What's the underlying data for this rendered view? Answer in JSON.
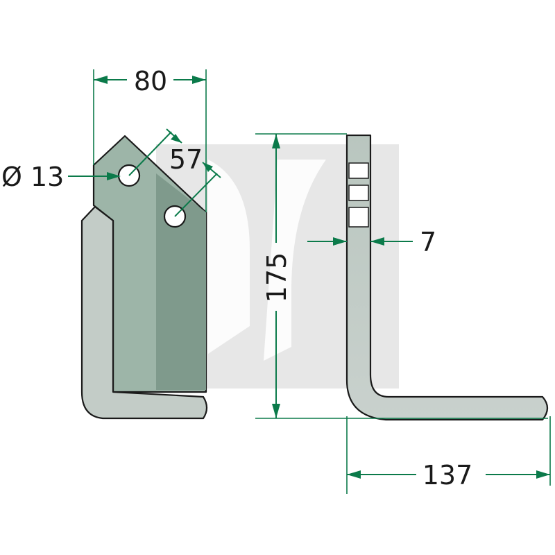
{
  "dimensions": {
    "width": "80",
    "hole_spacing": "57",
    "hole_diameter": "Ø 13",
    "height": "175",
    "thickness": "7",
    "reach": "137"
  },
  "colors": {
    "dimension": "#0b7a4a",
    "blade_face": "#9db5a8",
    "blade_shadow": "#7f9a8c",
    "blade_edge": "#c2cbc6",
    "background_mark": "#e6e6e6"
  }
}
